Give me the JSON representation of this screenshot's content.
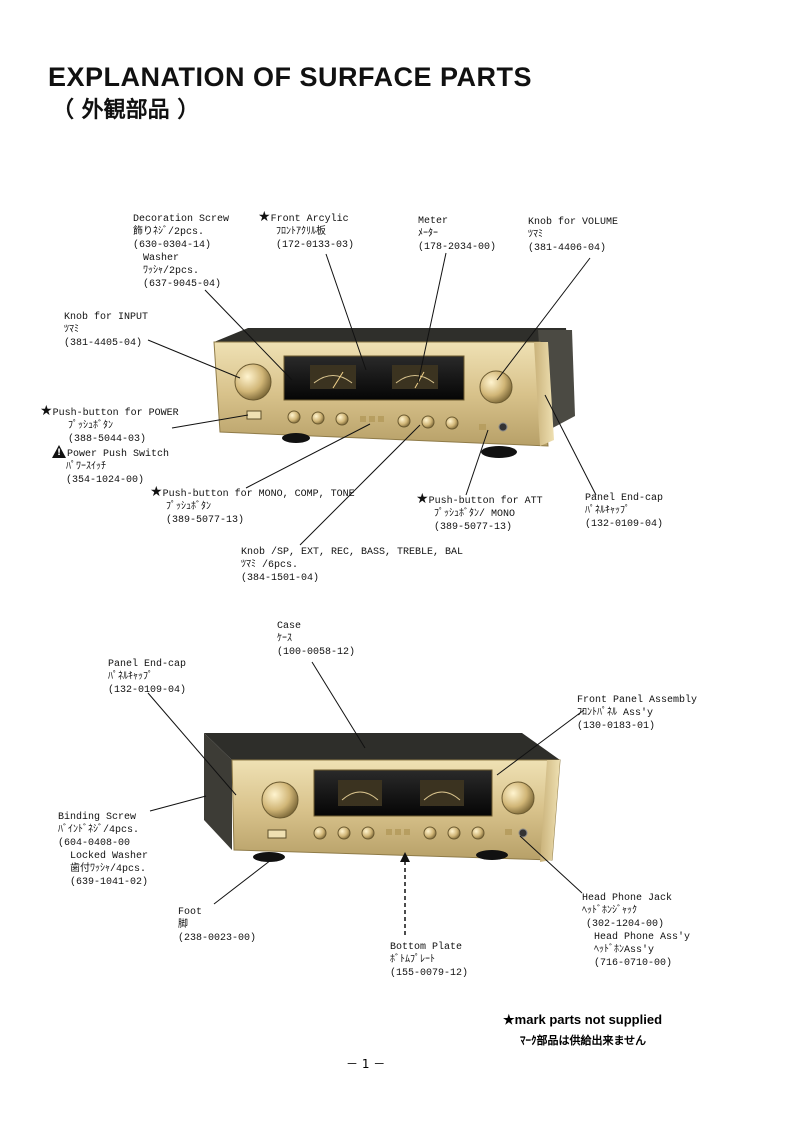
{
  "title": "EXPLANATION OF SURFACE PARTS",
  "title_jp": "（ 外観部品 ）",
  "star_glyph": "★",
  "parts_top": {
    "decoration_screw": {
      "name": "Decoration Screw",
      "jp": "飾りﾈｼﾞ/2pcs.",
      "code": "(630-0304-14)"
    },
    "washer": {
      "name": "Washer",
      "jp": "ﾜｯｼｬ/2pcs.",
      "code": "(637-9045-04)"
    },
    "front_arcylic": {
      "name": "Front Arcylic",
      "jp": "ﾌﾛﾝﾄｱｸﾘﾙ板",
      "code": "(172-0133-03)"
    },
    "meter": {
      "name": "Meter",
      "jp": "ﾒｰﾀｰ",
      "code": "(178-2034-00)"
    },
    "knob_volume": {
      "name": "Knob for VOLUME",
      "jp": "ﾂﾏﾐ",
      "code": "(381-4406-04)"
    },
    "knob_input": {
      "name": "Knob for INPUT",
      "jp": "ﾂﾏﾐ",
      "code": "(381-4405-04)"
    },
    "pb_power": {
      "name": "Push-button for POWER",
      "jp": "ﾌﾟｯｼｭﾎﾞﾀﾝ",
      "code": "(388-5044-03)"
    },
    "power_switch": {
      "name": "Power Push Switch",
      "jp": "ﾊﾟﾜｰｽｲｯﾁ",
      "code": "(354-1024-00)"
    },
    "pb_mono": {
      "name": "Push-button for MONO, COMP, TONE",
      "jp": "ﾌﾟｯｼｭﾎﾞﾀﾝ",
      "code": "(389-5077-13)"
    },
    "pb_att": {
      "name": "Push-button for ATT",
      "jp": "ﾌﾟｯｼｭﾎﾞﾀﾝ/ MONO",
      "code": "(389-5077-13)"
    },
    "panel_endcap": {
      "name": "Panel End-cap",
      "jp": "ﾊﾟﾈﾙｷｬｯﾌﾟ",
      "code": "(132-0109-04)"
    },
    "knob_sp": {
      "name": "Knob /SP, EXT, REC, BASS, TREBLE, BAL",
      "jp": "ﾂﾏﾐ /6pcs.",
      "code": "(384-1501-04)"
    }
  },
  "parts_bottom": {
    "case": {
      "name": "Case",
      "jp": "ｹｰｽ",
      "code": "(100-0058-12)"
    },
    "panel_endcap": {
      "name": "Panel End-cap",
      "jp": "ﾊﾟﾈﾙｷｬｯﾌﾟ",
      "code": "(132-0109-04)"
    },
    "front_panel": {
      "name": "Front Panel Assembly",
      "jp": "ﾌﾛﾝﾄﾊﾟﾈﾙ Ass'y",
      "code": "(130-0183-01)"
    },
    "binding_screw": {
      "name": "Binding Screw",
      "jp": "ﾊﾞｲﾝﾄﾞﾈｼﾞ/4pcs.",
      "code": "(604-0408-00"
    },
    "locked_washer": {
      "name": "Locked Washer",
      "jp": "歯付ﾜｯｼｬ/4pcs.",
      "code": "(639-1041-02)"
    },
    "foot": {
      "name": "Foot",
      "jp": "脚",
      "code": "(238-0023-00)"
    },
    "head_phone_jack": {
      "name": "Head Phone Jack",
      "jp": "ﾍｯﾄﾞﾎﾝｼﾞｬｯｸ",
      "code": "(302-1204-00)"
    },
    "head_phone_assy": {
      "name": "Head Phone Ass'y",
      "jp": "ﾍｯﾄﾞﾎﾝAss'y",
      "code": "(716-0710-00)"
    },
    "bottom_plate": {
      "name": "Bottom Plate",
      "jp": "ﾎﾞﾄﾑﾌﾟﾚｰﾄ",
      "code": "(155-0079-12)"
    }
  },
  "footer": {
    "note": "★mark parts not supplied",
    "note_jp": "ﾏｰｸ部品は供給出来ません",
    "page": "－ 1 －"
  },
  "colors": {
    "panel_gold": "#d9c48e",
    "chassis_dark": "#3a3a36",
    "meter_black": "#121212"
  }
}
